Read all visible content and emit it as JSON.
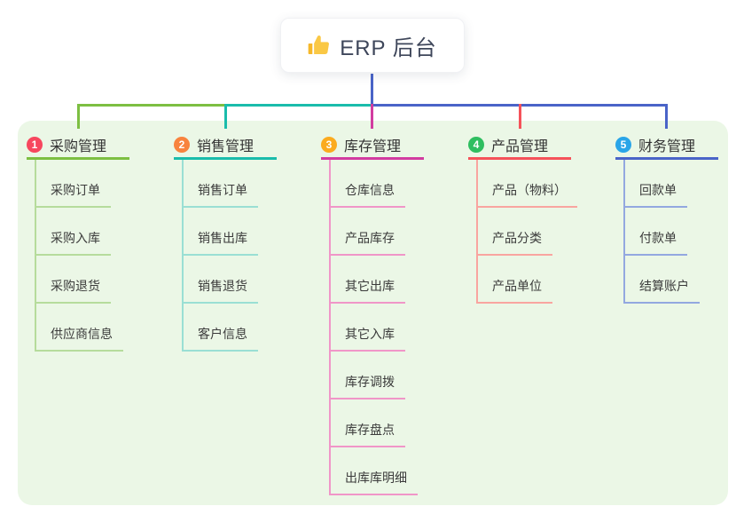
{
  "root": {
    "title": "ERP 后台",
    "icon": "thumbs-up"
  },
  "panel": {
    "background_color": "#ebf7e6"
  },
  "trunk_color": "#4a64c8",
  "branches": [
    {
      "badge": "1",
      "title": "采购管理",
      "line_color": "#7dbf42",
      "child_line_color": "#b6dc9c",
      "badge_color": "#f7475e",
      "children": [
        "采购订单",
        "采购入库",
        "采购退货",
        "供应商信息"
      ]
    },
    {
      "badge": "2",
      "title": "销售管理",
      "line_color": "#1abcab",
      "child_line_color": "#9adfd4",
      "badge_color": "#f8833e",
      "children": [
        "销售订单",
        "销售出库",
        "销售退货",
        "客户信息"
      ]
    },
    {
      "badge": "3",
      "title": "库存管理",
      "line_color": "#d23ca0",
      "child_line_color": "#f096c8",
      "badge_color": "#fbab1f",
      "children": [
        "仓库信息",
        "产品库存",
        "其它出库",
        "其它入库",
        "库存调拨",
        "库存盘点",
        "出库库明细"
      ]
    },
    {
      "badge": "4",
      "title": "产品管理",
      "line_color": "#f5525a",
      "child_line_color": "#f9a5a0",
      "badge_color": "#2fbe60",
      "children": [
        "产品（物料）",
        "产品分类",
        "产品单位"
      ]
    },
    {
      "badge": "5",
      "title": "财务管理",
      "line_color": "#4a64c8",
      "child_line_color": "#93a8e0",
      "badge_color": "#29a5e8",
      "children": [
        "回款单",
        "付款单",
        "结算账户"
      ]
    }
  ]
}
